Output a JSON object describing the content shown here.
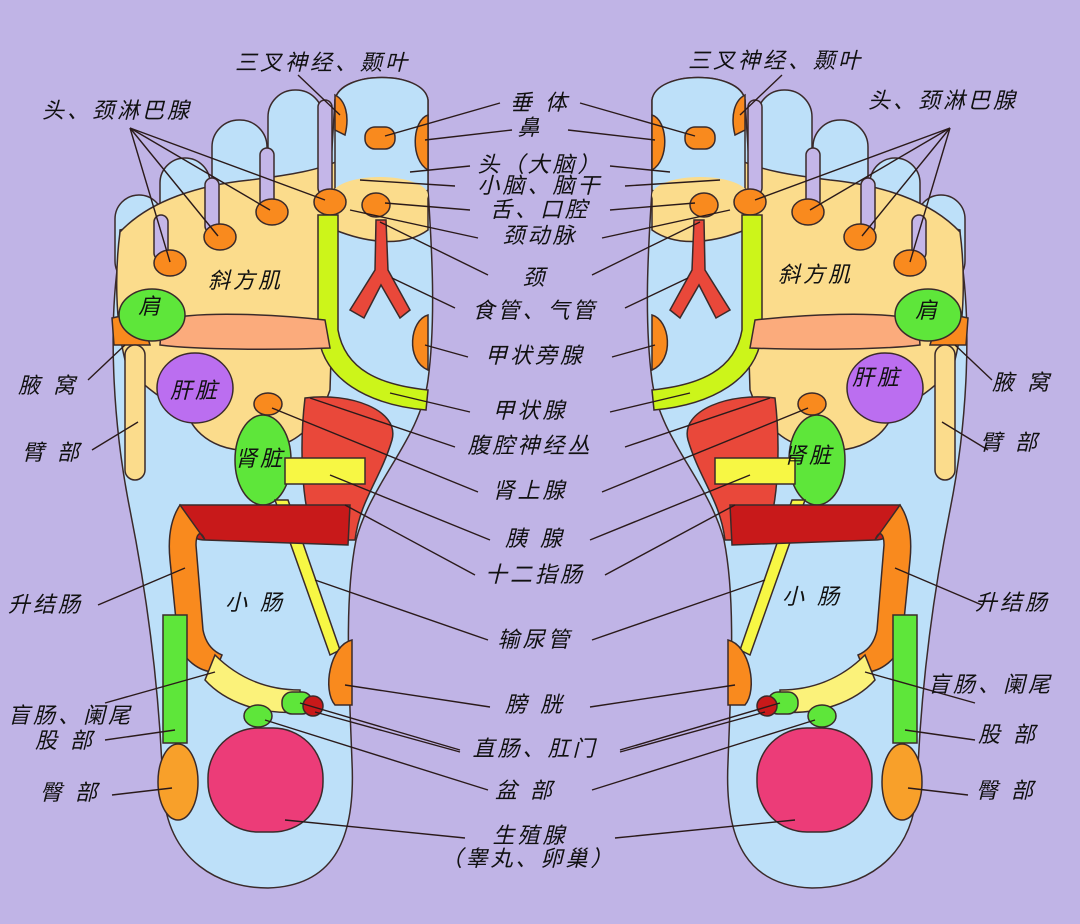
{
  "colors": {
    "background": "#c0b4e6",
    "foot": "#bde0f9",
    "yellow": "#fbdc8c",
    "orange": "#f98a1e",
    "green": "#5ee63a",
    "lime": "#ccf51a",
    "red": "#e9483a",
    "dark_red": "#c8191a",
    "pink": "#ec3c78",
    "purple": "#bb6ef0"
  },
  "center": {
    "pituitary": "垂 体",
    "nose": "鼻",
    "head_brain": "头（大脑）",
    "cerebellum": "小脑、脑干",
    "tongue_mouth": "舌、口腔",
    "carotid": "颈动脉",
    "neck": "颈",
    "esophagus_trachea": "食管、气管",
    "parathyroid": "甲状旁腺",
    "thyroid": "甲状腺",
    "celiac_plexus": "腹腔神经丛",
    "adrenal": "肾上腺",
    "pancreas": "胰 腺",
    "duodenum": "十二指肠",
    "ureter": "输尿管",
    "bladder": "膀 胱",
    "rectum_anus": "直肠、肛门",
    "pelvis": "盆 部",
    "gonad": "生殖腺",
    "gonad_detail": "（睾丸、卵巢）"
  },
  "left": {
    "trigeminal": "三叉神经、颞叶",
    "lymph": "头、颈淋巴腺",
    "trapezius": "斜方肌",
    "shoulder": "肩",
    "armpit": "腋 窝",
    "liver": "肝脏",
    "arm": "臂 部",
    "kidney": "肾脏",
    "ascending_colon": "升结肠",
    "small_intestine": "小 肠",
    "cecum_appendix": "盲肠、阑尾",
    "thigh": "股 部",
    "buttock": "臀 部"
  },
  "right": {
    "trigeminal": "三叉神经、颞叶",
    "lymph": "头、颈淋巴腺",
    "trapezius": "斜方肌",
    "shoulder": "肩",
    "armpit": "腋 窝",
    "liver": "肝脏",
    "arm": "臂 部",
    "kidney": "肾脏",
    "ascending_colon": "升结肠",
    "small_intestine": "小 肠",
    "cecum_appendix": "盲肠、阑尾",
    "thigh": "股 部",
    "buttock": "臀 部"
  }
}
